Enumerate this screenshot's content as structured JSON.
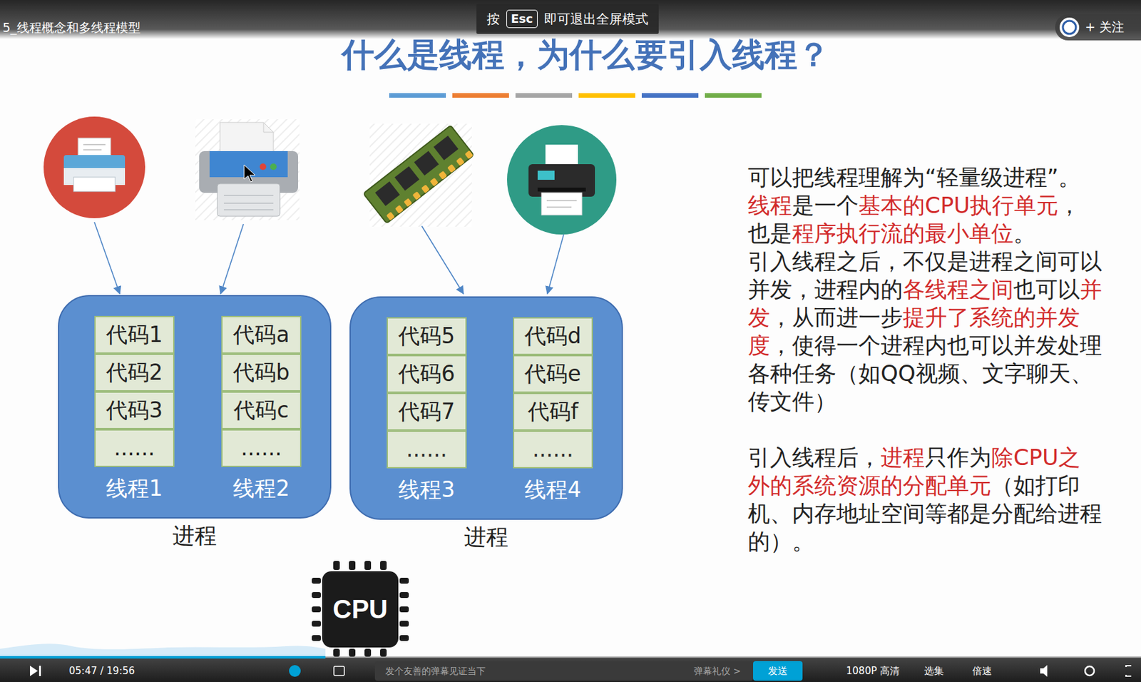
{
  "diagram": {
    "title": "什么是线程，为什么要引入线程？",
    "nodes": [
      {
        "text": [
          "按",
          "即可退出全屏模式"
        ]
      },
      {
        "text": [
          "Esc"
        ],
        "in": 0
      },
      {
        "text": [
          "+ 关注"
        ]
      },
      {
        "text": [
          "进程"
        ]
      },
      {
        "text": [
          "线程1"
        ],
        "in": 3
      },
      {
        "text": [
          "代码1"
        ],
        "in": 4
      },
      {
        "text": [
          "代码2"
        ],
        "in": 4
      },
      {
        "text": [
          "代码3"
        ],
        "in": 4
      },
      {
        "text": [
          "......"
        ],
        "in": 4
      },
      {
        "text": [
          "线程2"
        ],
        "in": 3
      },
      {
        "text": [
          "代码a"
        ],
        "in": 9
      },
      {
        "text": [
          "代码b"
        ],
        "in": 9
      },
      {
        "text": [
          "代码c"
        ],
        "in": 9
      },
      {
        "text": [
          "......"
        ],
        "in": 9
      },
      {
        "text": [
          "进程"
        ]
      },
      {
        "text": [
          "线程3"
        ],
        "in": 14
      },
      {
        "text": [
          "代码5"
        ],
        "in": 15
      },
      {
        "text": [
          "代码6"
        ],
        "in": 15
      },
      {
        "text": [
          "代码7"
        ],
        "in": 15
      },
      {
        "text": [
          "......"
        ],
        "in": 15
      },
      {
        "text": [
          "线程4"
        ],
        "in": 14
      },
      {
        "text": [
          "代码d"
        ],
        "in": 20
      },
      {
        "text": [
          "代码e"
        ],
        "in": 20
      },
      {
        "text": [
          "代码f"
        ],
        "in": 20
      },
      {
        "text": [
          "......"
        ],
        "in": 20
      },
      {
        "text": [
          "CPU"
        ]
      },
      {
        "text": [
          "发送"
        ]
      }
    ],
    "labels": [
      "5_线程概念和多线程模型",
      "可以把线程理解为“轻量级进程”。",
      "线程",
      "是一个",
      "基本的CPU执行单元",
      "，也是",
      "程序执行流的最小单位",
      "。",
      "引入线程之后，不仅是进程之间可以并发，进程内的",
      "各线程之间",
      "也可以",
      "并发",
      "，从而进一步",
      "提升了系统的并发度",
      "，使得一个进程内也可以并发处理各种任务（如QQ视频、文字聊天、传文件）",
      "引入线程后，",
      "进程",
      "只作为",
      "除CPU之外的系统资源的分配单元",
      "（如打印机、内存地址空间等都是分配给进程的）。",
      "05:47 / 19:56",
      "发个友善的弹幕见证当下",
      "弹幕礼仪 >",
      "1080P 高清",
      "选集",
      "倍速"
    ]
  }
}
